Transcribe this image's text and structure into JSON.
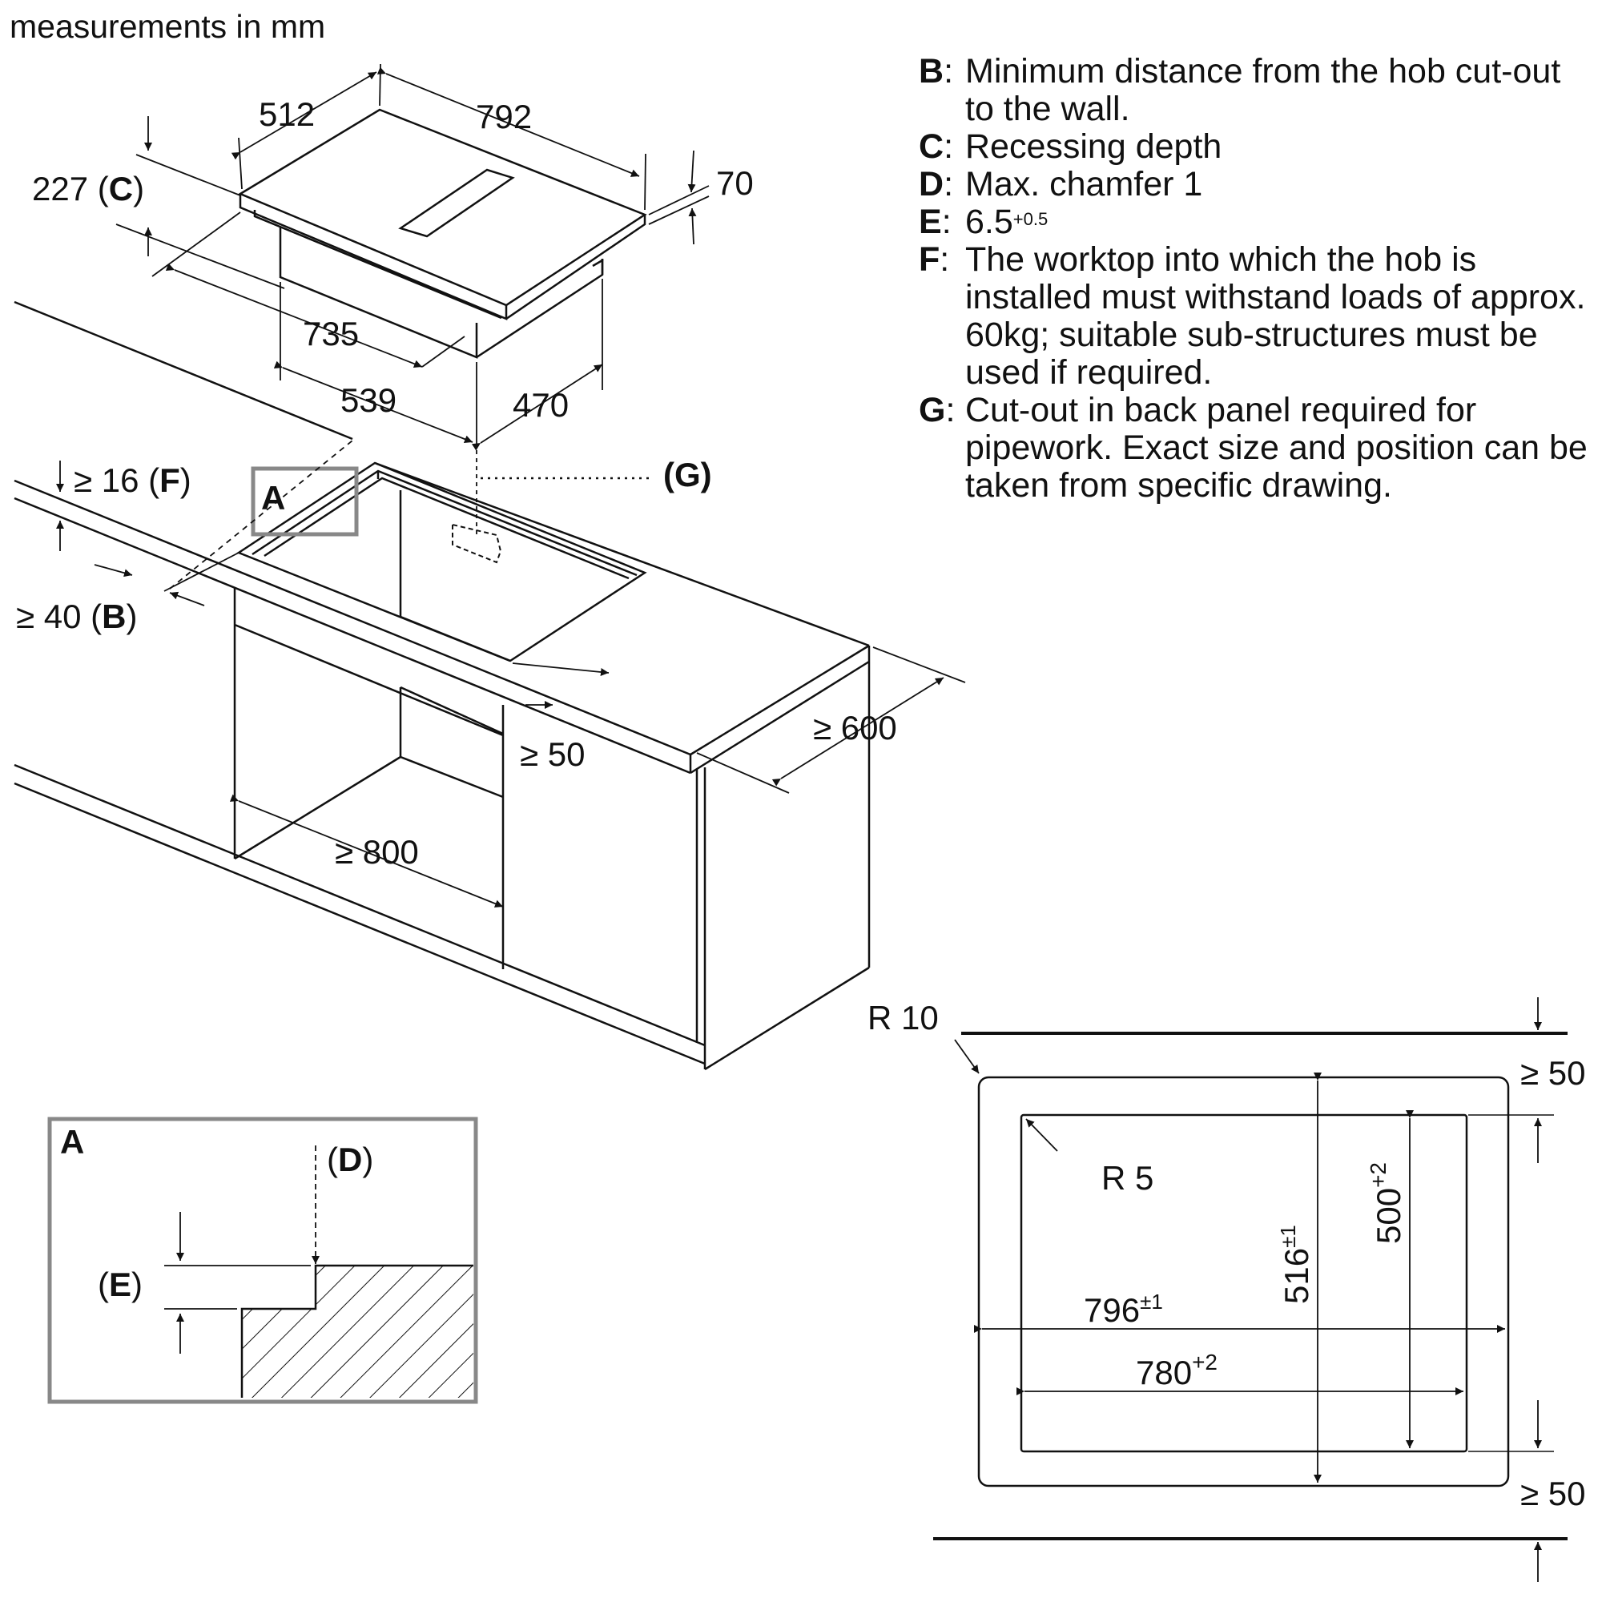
{
  "caption": "measurements in mm",
  "legend": [
    {
      "key": "B",
      "text": "Minimum distance from the hob cut-out to the wall."
    },
    {
      "key": "C",
      "text": "Recessing depth"
    },
    {
      "key": "D",
      "text": "Max. chamfer 1"
    },
    {
      "key": "E",
      "text": "6.5",
      "sup": "+0.5"
    },
    {
      "key": "F",
      "text": "The worktop into which the hob is installed must withstand loads of approx. 60kg; suitable sub-structures must be used if required."
    },
    {
      "key": "G",
      "text": "Cut-out in back panel required for pipework. Exact size and position can be taken from specific drawing."
    }
  ],
  "hob": {
    "d512": "512",
    "d792": "792",
    "d227": "227 (",
    "c_key": "C",
    "close": ")",
    "d70": "70",
    "d735": "735",
    "d539": "539",
    "d470": "470"
  },
  "worktop": {
    "f_pre": "≥ 16 (",
    "f_key": "F",
    "f_post": ")",
    "b_pre": "≥ 40 (",
    "b_key": "B",
    "b_post": ")",
    "g_label": "(G)",
    "a_label": "A",
    "d600": "≥ 600",
    "d50": "≥ 50",
    "d800": "≥ 800"
  },
  "detail_a": {
    "title": "A",
    "d_open": "(",
    "d_key": "D",
    "d_close": ")",
    "e_open": "(",
    "e_key": "E",
    "e_close": ")"
  },
  "cutout": {
    "r10": "R 10",
    "r5": "R 5",
    "w796": "796",
    "w796_tol": "±1",
    "w780": "780",
    "w780_tol": "+2",
    "h516": "516",
    "h516_tol": "±1",
    "h500": "500",
    "h500_tol": "+2",
    "gap_top": "≥ 50",
    "gap_bottom": "≥ 50"
  }
}
